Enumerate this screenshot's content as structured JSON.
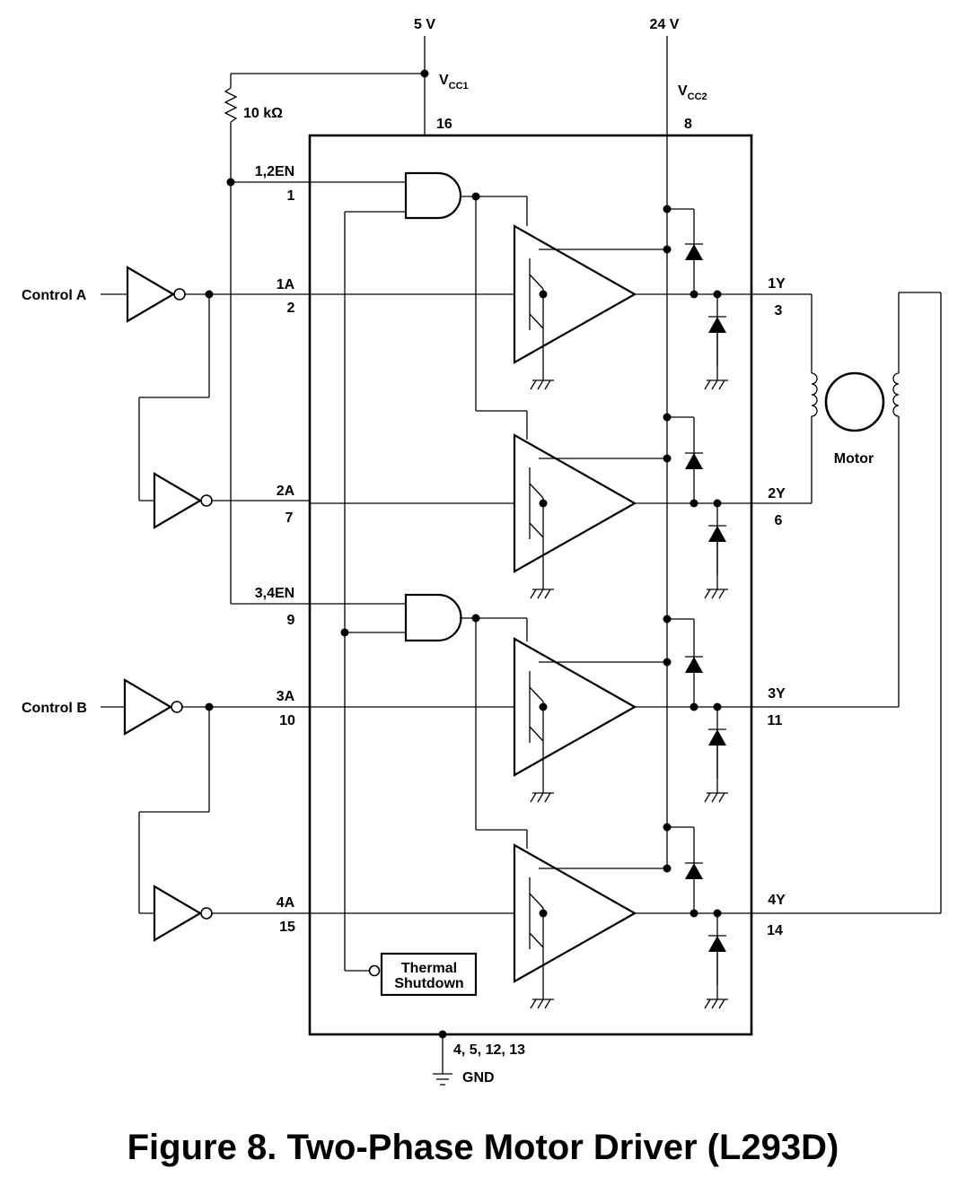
{
  "supply": {
    "v5": "5 V",
    "v24": "24 V",
    "vcc1_main": "V",
    "vcc1_sub": "CC1",
    "vcc2_main": "V",
    "vcc2_sub": "CC2",
    "pin_vcc1": "16",
    "pin_vcc2": "8"
  },
  "resistor": {
    "label": "10 kΩ"
  },
  "inputs": {
    "control_a": "Control A",
    "control_b": "Control B",
    "en12": "1,2EN",
    "en12_pin": "1",
    "en34": "3,4EN",
    "en34_pin": "9",
    "a1": "1A",
    "a1_pin": "2",
    "a2": "2A",
    "a2_pin": "7",
    "a3": "3A",
    "a3_pin": "10",
    "a4": "4A",
    "a4_pin": "15"
  },
  "outputs": {
    "y1": "1Y",
    "y1_pin": "3",
    "y2": "2Y",
    "y2_pin": "6",
    "y3": "3Y",
    "y3_pin": "11",
    "y4": "4Y",
    "y4_pin": "14"
  },
  "motor": {
    "label": "Motor"
  },
  "thermal": {
    "line1": "Thermal",
    "line2": "Shutdown"
  },
  "ground": {
    "pins": "4, 5, 12, 13",
    "label": "GND"
  },
  "caption": "Figure 8.  Two-Phase Motor Driver (L293D)"
}
